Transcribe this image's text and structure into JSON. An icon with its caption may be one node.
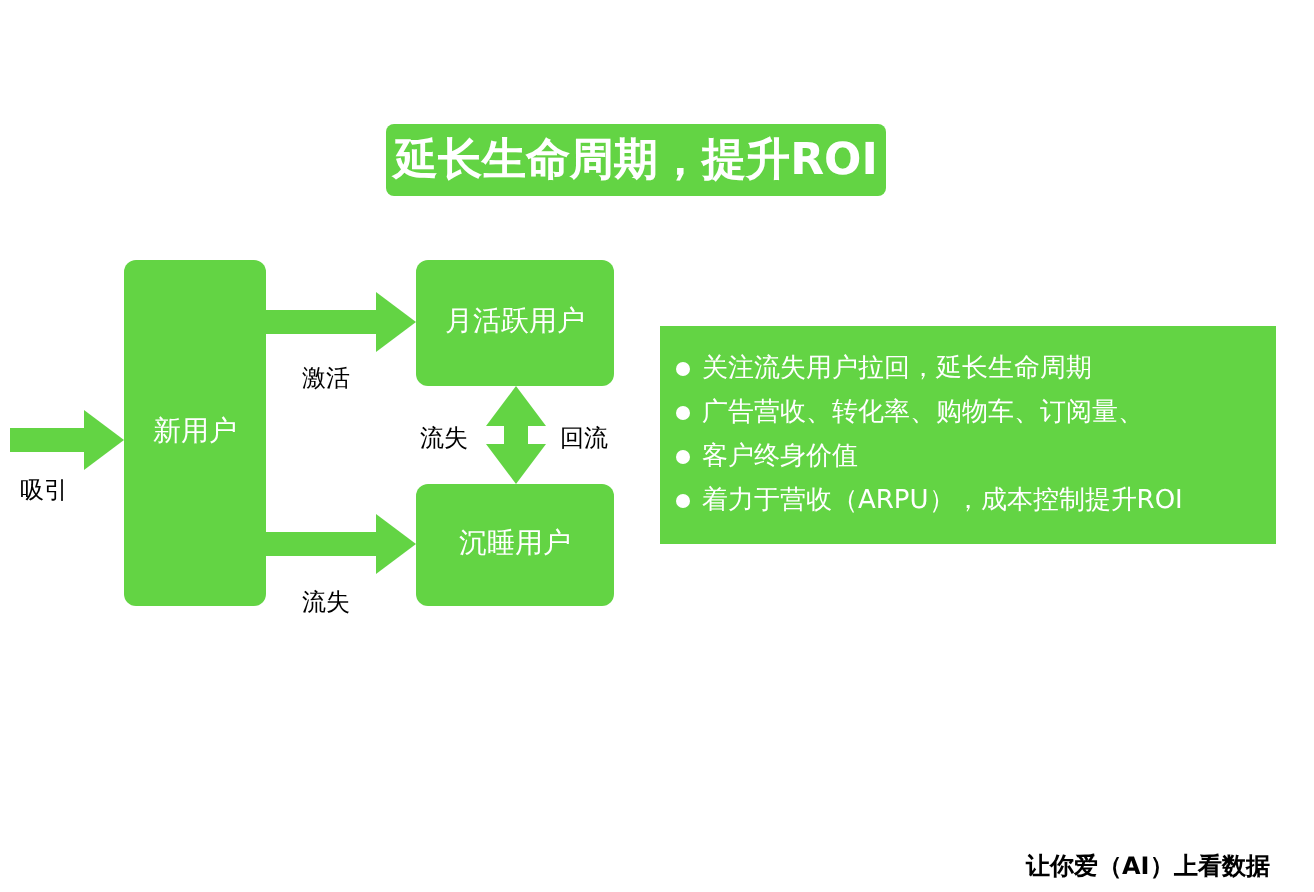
{
  "diagram": {
    "title": "延长生命周期，提升ROI",
    "nodes": [
      {
        "text": [
          "新用户"
        ]
      },
      {
        "text": [
          "月活跃用户"
        ]
      },
      {
        "text": [
          "沉睡用户"
        ]
      },
      {
        "text": [
          "关注流失用户拉回，延长生命周期",
          "广告营收、转化率、购物车、订阅量、",
          "客户终身价值",
          "着力于营收（ARPU），成本控制提升ROI"
        ]
      }
    ],
    "edges": [
      {
        "from": null,
        "to": 0,
        "arrow": "to",
        "label": "吸引"
      },
      {
        "from": 0,
        "to": 1,
        "arrow": "to",
        "label": "激活"
      },
      {
        "from": 0,
        "to": 2,
        "arrow": "to",
        "label": "流失"
      },
      {
        "from": 1,
        "to": 2,
        "arrow": "both",
        "label": "流失"
      }
    ],
    "labels": [
      "回流",
      "让你爱（AI）上看数据"
    ]
  }
}
